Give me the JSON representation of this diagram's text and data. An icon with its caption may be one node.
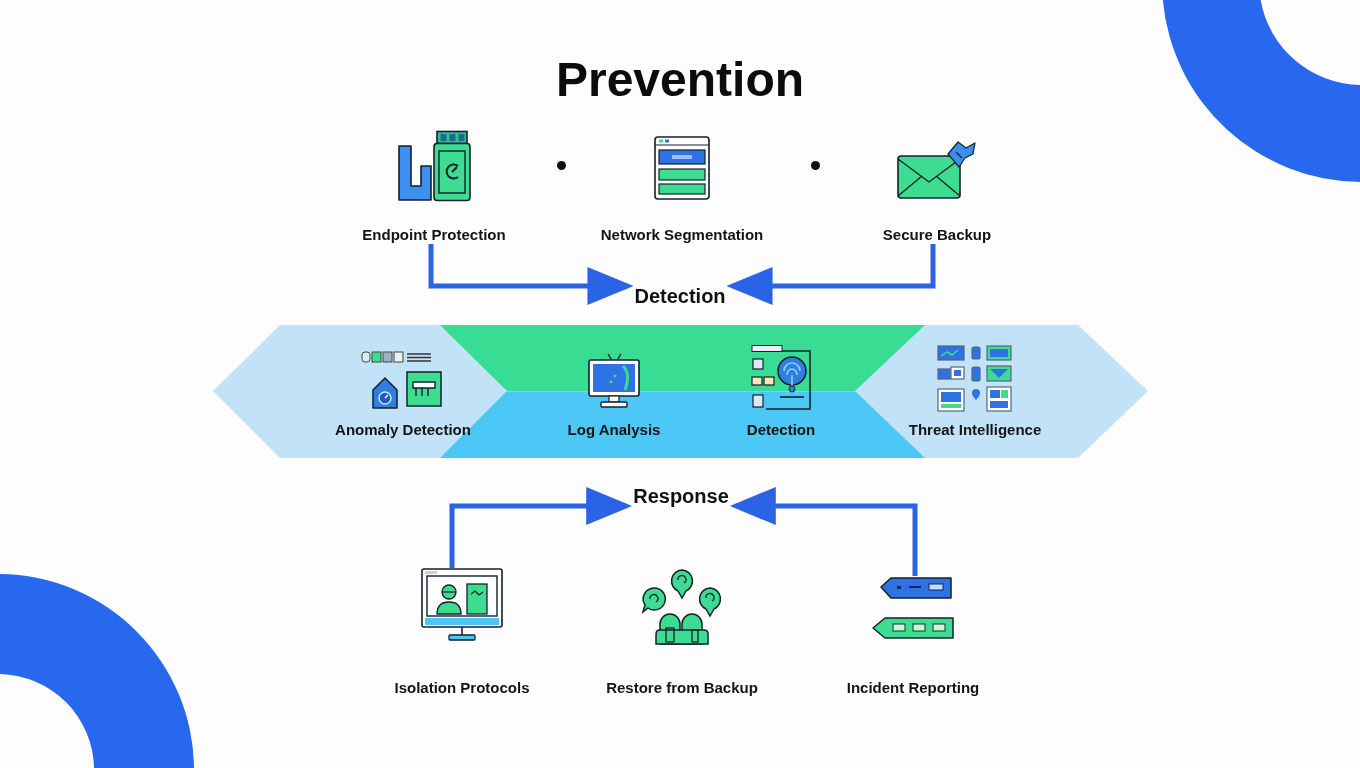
{
  "diagram": {
    "title": "Prevention",
    "nodes": [
      {
        "text": [
          "Endpoint Protection"
        ]
      },
      {
        "text": [
          "Network Segmentation"
        ]
      },
      {
        "text": [
          "Secure Backup"
        ]
      },
      {
        "text": [
          "Detection"
        ]
      },
      {
        "text": [],
        "shape": "band"
      },
      {
        "text": [
          "Anomaly Detection"
        ],
        "in": 4
      },
      {
        "text": [
          "Log Analysis"
        ],
        "in": 4
      },
      {
        "text": [
          "Detection"
        ],
        "in": 4
      },
      {
        "text": [
          "Threat Intelligence"
        ],
        "in": 4
      },
      {
        "text": [
          "Response"
        ]
      },
      {
        "text": [
          "Isolation Protocols"
        ]
      },
      {
        "text": [
          "Restore from Backup"
        ]
      },
      {
        "text": [
          "Incident Reporting"
        ]
      }
    ],
    "edges": [
      {
        "from": 0,
        "to": 3,
        "arrow": "to"
      },
      {
        "from": 2,
        "to": 3,
        "arrow": "to"
      },
      {
        "from": 10,
        "to": 9,
        "arrow": "to"
      },
      {
        "from": 12,
        "to": 9,
        "arrow": "to"
      }
    ]
  }
}
